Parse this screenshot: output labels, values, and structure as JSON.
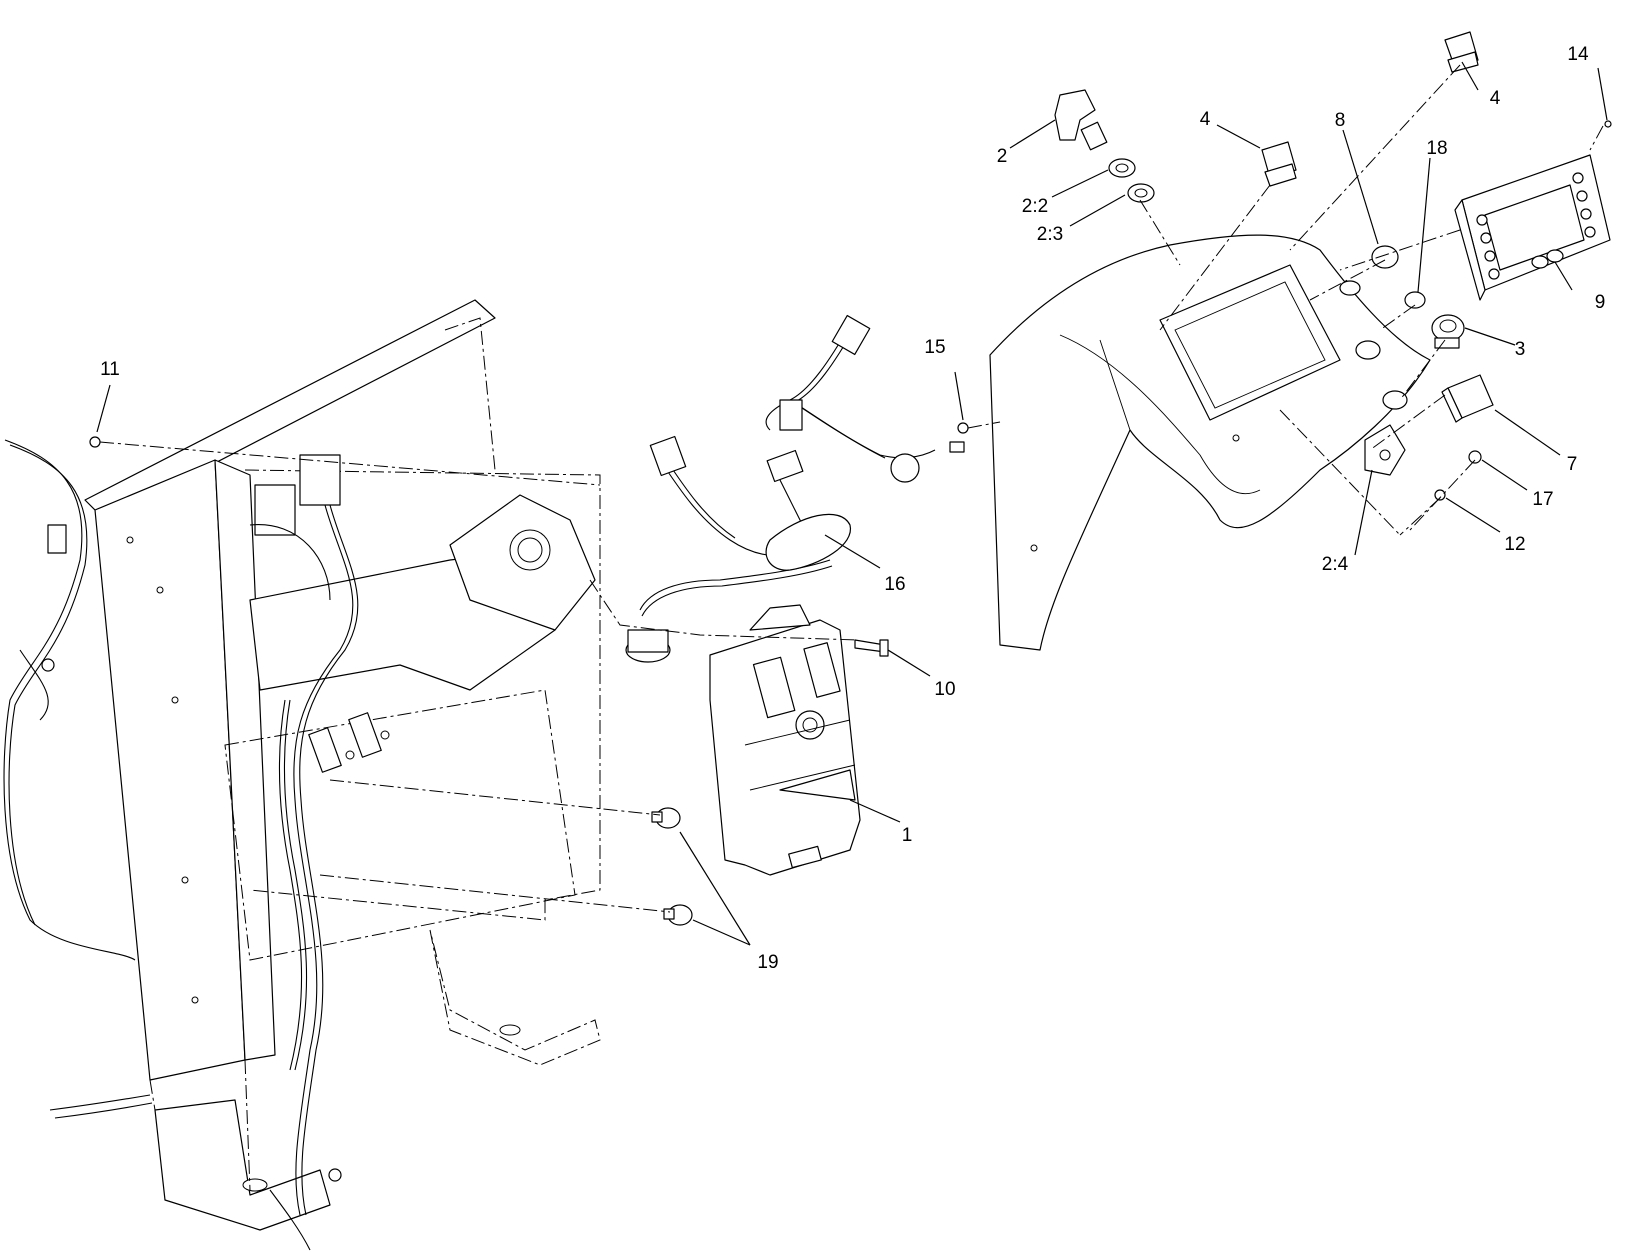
{
  "callouts": [
    {
      "id": "c1",
      "text": "1"
    },
    {
      "id": "c2",
      "text": "2"
    },
    {
      "id": "c2-2",
      "text": "2:2"
    },
    {
      "id": "c2-3",
      "text": "2:3"
    },
    {
      "id": "c2-4",
      "text": "2:4"
    },
    {
      "id": "c3",
      "text": "3"
    },
    {
      "id": "c4a",
      "text": "4"
    },
    {
      "id": "c4b",
      "text": "4"
    },
    {
      "id": "c7",
      "text": "7"
    },
    {
      "id": "c8",
      "text": "8"
    },
    {
      "id": "c9",
      "text": "9"
    },
    {
      "id": "c10",
      "text": "10"
    },
    {
      "id": "c11",
      "text": "11"
    },
    {
      "id": "c12",
      "text": "12"
    },
    {
      "id": "c14",
      "text": "14"
    },
    {
      "id": "c15",
      "text": "15"
    },
    {
      "id": "c16",
      "text": "16"
    },
    {
      "id": "c17",
      "text": "17"
    },
    {
      "id": "c18",
      "text": "18"
    },
    {
      "id": "c19",
      "text": "19"
    }
  ]
}
